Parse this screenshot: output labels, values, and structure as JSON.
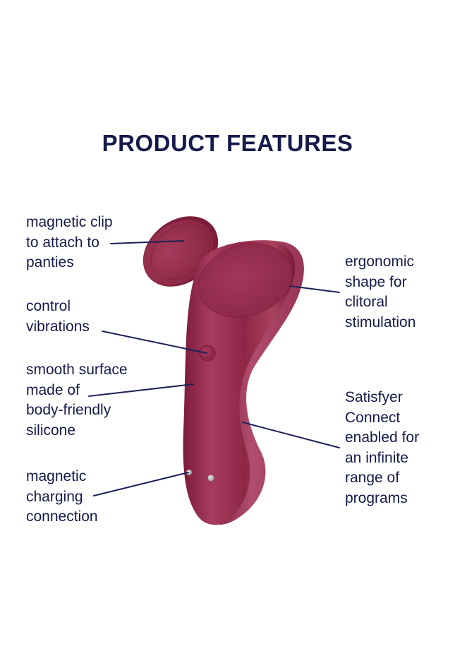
{
  "header": {
    "title": "PRODUCT FEATURES"
  },
  "features": [
    {
      "id": "magnetic-clip",
      "lines": [
        "magnetic clip",
        "to attach to",
        "panties"
      ],
      "side": "left"
    },
    {
      "id": "control-vibrations",
      "lines": [
        "control",
        "vibrations"
      ],
      "side": "left"
    },
    {
      "id": "smooth-surface",
      "lines": [
        "smooth surface",
        "made of",
        "body-friendly",
        "silicone"
      ],
      "side": "left"
    },
    {
      "id": "magnetic-charging",
      "lines": [
        "magnetic",
        "charging",
        "connection"
      ],
      "side": "left"
    },
    {
      "id": "ergonomic-shape",
      "lines": [
        "ergonomic",
        "shape for",
        "clitoral",
        "stimulation"
      ],
      "side": "right"
    },
    {
      "id": "satisfyer-connect",
      "lines": [
        "Satisfyer",
        "Connect",
        "enabled for",
        "an infinite",
        "range of",
        "programs"
      ],
      "side": "right"
    }
  ],
  "colors": {
    "text": "#161a4a",
    "leader_line": "#1c2257",
    "product_base": "#8e2747",
    "product_highlight": "#b54a6b",
    "product_shadow": "#6e1733",
    "contact_pin": "#c9c9c9",
    "background": "#ffffff"
  }
}
